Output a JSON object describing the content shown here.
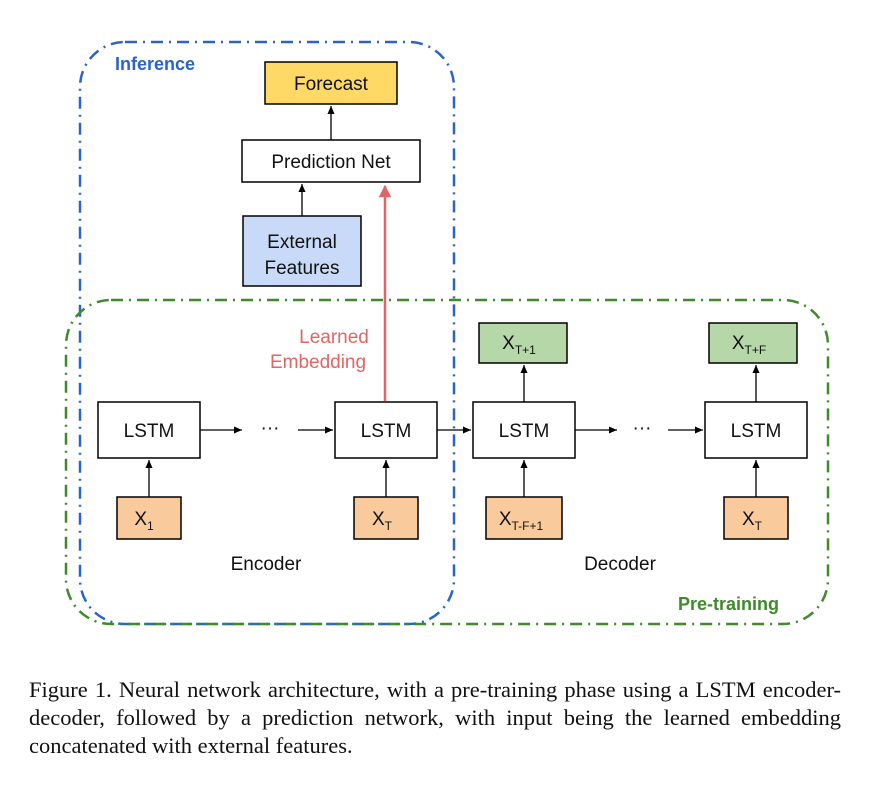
{
  "regions": {
    "inference": {
      "label": "Inference",
      "color": "#2a64c8"
    },
    "pretraining": {
      "label": "Pre-training",
      "color": "#3f8a2a"
    }
  },
  "boxes": {
    "forecast": "Forecast",
    "prediction_net": "Prediction Net",
    "external_features_line1": "External",
    "external_features_line2": "Features",
    "lstm": "LSTM",
    "x1_main": "X",
    "x1_sub": "1",
    "xt_main": "X",
    "xt_sub": "T",
    "xtf1_main": "X",
    "xtf1_sub": "T-F+1",
    "xt2_main": "X",
    "xt2_sub": "T",
    "out1_main": "X",
    "out1_sub": "T+1",
    "out2_main": "X",
    "out2_sub": "T+F"
  },
  "ellipsis": "···",
  "embedding": {
    "line1": "Learned",
    "line2": "Embedding",
    "color": "#e06666"
  },
  "section_labels": {
    "encoder": "Encoder",
    "decoder": "Decoder"
  },
  "colors": {
    "forecast": "#ffd966",
    "external": "#c9daf8",
    "input": "#f9cb9c",
    "output": "#b6d7a8",
    "plain": "#ffffff"
  },
  "caption": "Figure 1. Neural network architecture, with a pre-training phase using a LSTM encoder-decoder, followed by a prediction network, with input being the learned embedding concatenated with external features."
}
